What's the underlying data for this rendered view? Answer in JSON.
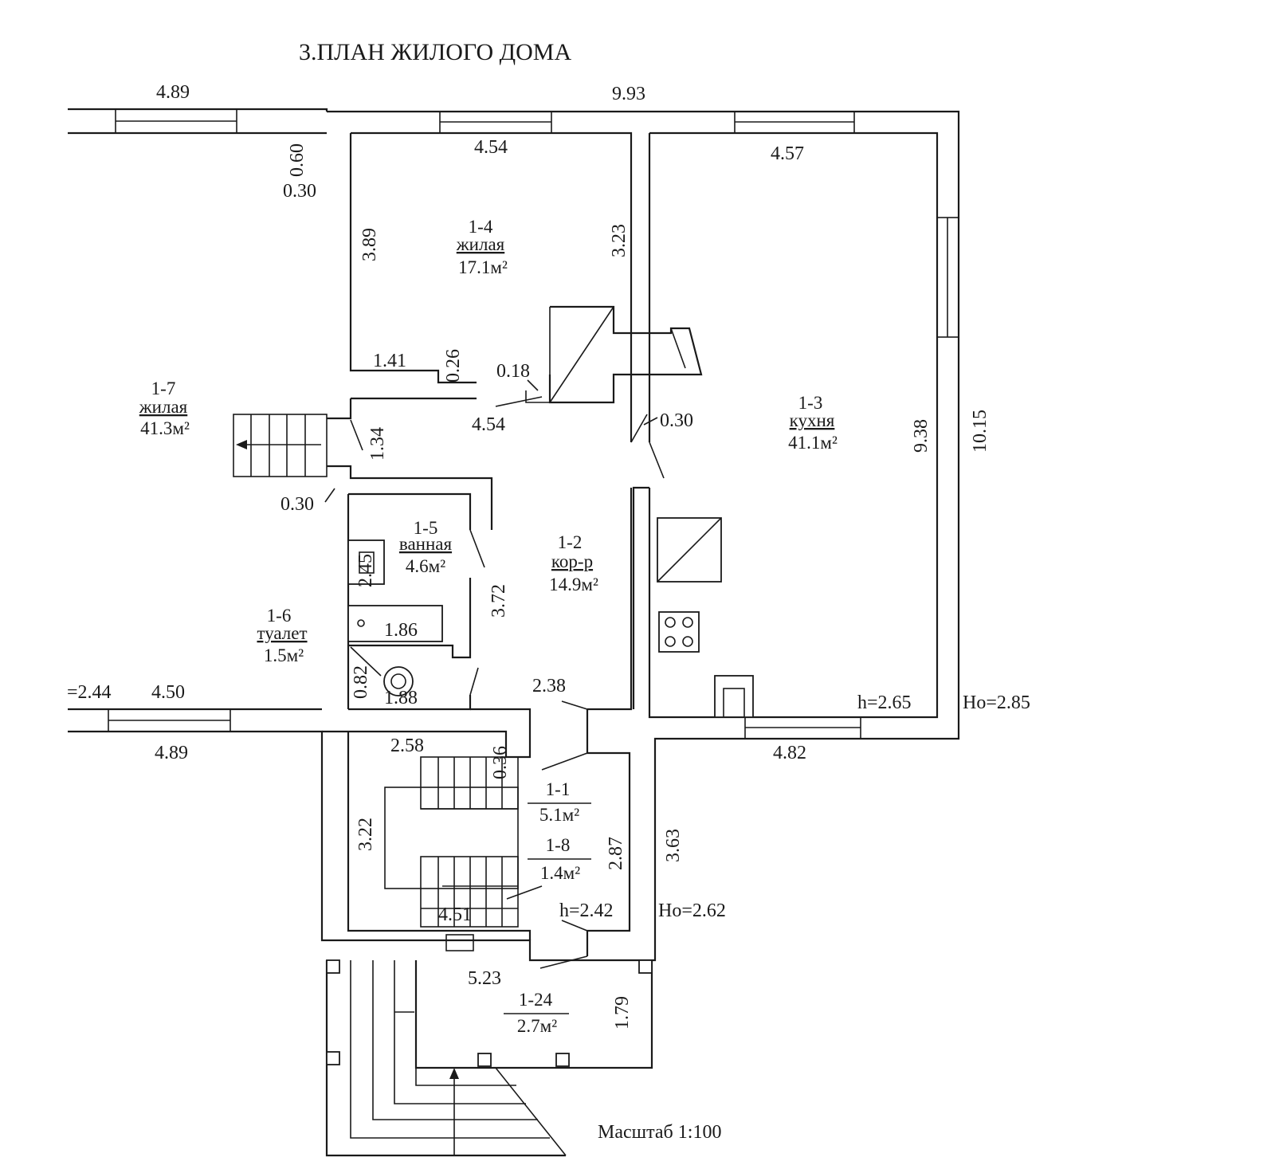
{
  "title": "3.ПЛАН ЖИЛОГО ДОМА",
  "scale": "Масштаб 1:100",
  "rooms": [
    {
      "id": "1-4",
      "name": "жилая",
      "area": "17.1м²"
    },
    {
      "id": "1-3",
      "name": "кухня",
      "area": "41.1м²"
    },
    {
      "id": "1-7",
      "name": "жилая",
      "area": "41.3м²"
    },
    {
      "id": "1-5",
      "name": "ванная",
      "area": "4.6м²"
    },
    {
      "id": "1-2",
      "name": "кор-р",
      "area": "14.9м²"
    },
    {
      "id": "1-6",
      "name": "туалет",
      "area": "1.5м²"
    },
    {
      "id": "1-1",
      "area": "5.1м²"
    },
    {
      "id": "1-8",
      "area": "1.4м²"
    },
    {
      "id": "1-24",
      "area": "2.7м²"
    }
  ],
  "dimensions": {
    "top_left": "4.89",
    "top_total": "9.93",
    "room14_top": "4.54",
    "room13_top": "4.57",
    "wall_060": "0.60",
    "wall_030_a": "0.30",
    "room14_left": "3.89",
    "room14_right": "3.23",
    "room14_141": "1.41",
    "room14_026": "0.26",
    "room14_018": "0.18",
    "corridor_454": "4.54",
    "corridor_030": "0.30",
    "corridor_134": "1.34",
    "wall_030_b": "0.30",
    "kitchen_938": "9.38",
    "overall_1015": "10.15",
    "bath_245": "2.45",
    "bath_186": "1.86",
    "corridor_372": "3.72",
    "wc_082": "0.82",
    "wc_188": "1.88",
    "left_244": "=2.44",
    "left_450": "4.50",
    "left_bottom_489": "4.89",
    "corridor_238": "2.38",
    "h_265": "h=2.65",
    "ho_285": "Ho=2.85",
    "kitchen_bottom_482": "4.82",
    "stair_258": "2.58",
    "stair_036": "0.36",
    "stair_322": "3.22",
    "stair_287": "2.87",
    "ext_363": "3.63",
    "stair_451": "4.51",
    "h_242": "h=2.42",
    "ho_262": "Ho=2.62",
    "porch_523": "5.23",
    "porch_179": "1.79"
  }
}
